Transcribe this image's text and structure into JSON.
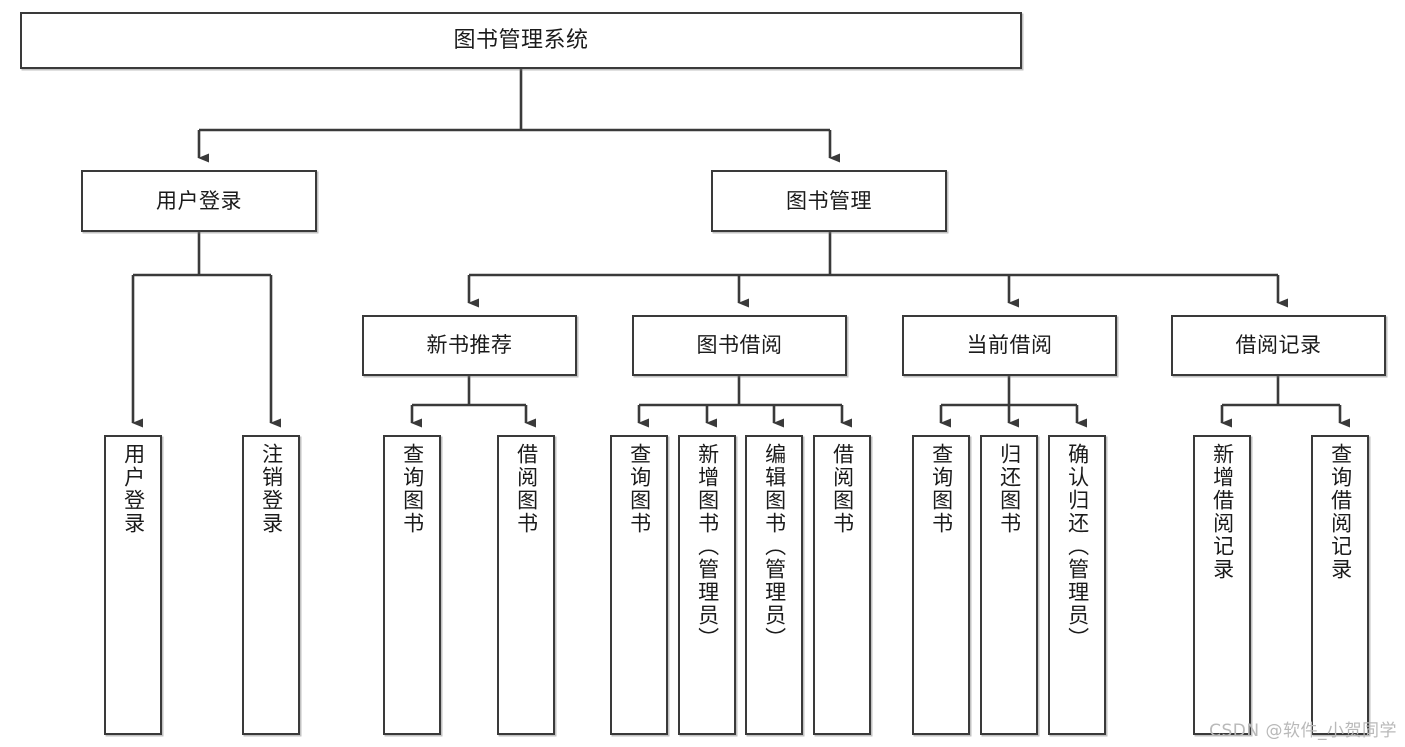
{
  "diagram": {
    "title": "图书管理系统",
    "type": "tree-hierarchy",
    "background_color": "#ffffff",
    "line_color": "#3a3a3a",
    "box_border_color": "#3a3a3a",
    "text_color": "#1b1b1b"
  },
  "nodes": {
    "root": {
      "label": "图书管理系统"
    },
    "level2": [
      {
        "label": "用户登录"
      },
      {
        "label": "图书管理"
      }
    ],
    "level3": [
      {
        "label": "新书推荐"
      },
      {
        "label": "图书借阅"
      },
      {
        "label": "当前借阅"
      },
      {
        "label": "借阅记录"
      }
    ],
    "leaves": {
      "user_login": [
        {
          "label": "用户登录"
        },
        {
          "label": "注销登录"
        }
      ],
      "new_book_recommend": [
        {
          "label": "查询图书"
        },
        {
          "label": "借阅图书"
        }
      ],
      "book_borrow": [
        {
          "label": "查询图书"
        },
        {
          "label": "新增图书（管理员）"
        },
        {
          "label": "编辑图书（管理员）"
        },
        {
          "label": "借阅图书"
        }
      ],
      "current_borrow": [
        {
          "label": "查询图书"
        },
        {
          "label": "归还图书"
        },
        {
          "label": "确认归还（管理员）"
        }
      ],
      "borrow_record": [
        {
          "label": "新增借阅记录"
        },
        {
          "label": "查询借阅记录"
        }
      ]
    }
  },
  "watermark": {
    "text": "CSDN @软件_小贺同学"
  }
}
